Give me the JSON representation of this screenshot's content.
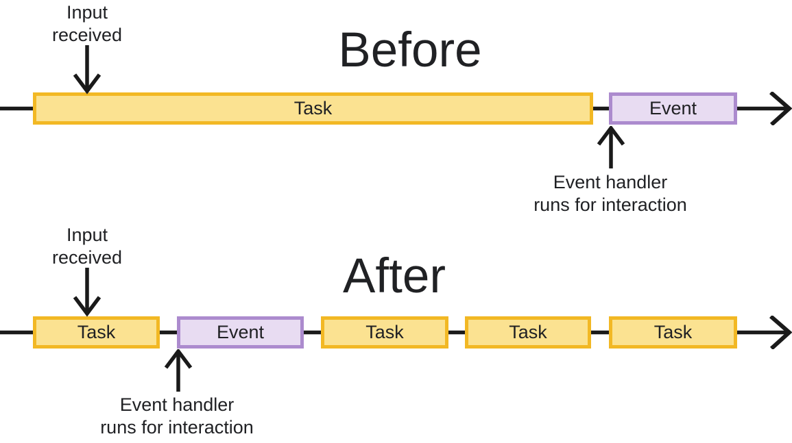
{
  "colors": {
    "background": "#ffffff",
    "ink": "#202124",
    "line": "#1a1a1a",
    "task_fill": "#FBE291",
    "task_border": "#F2B824",
    "event_fill": "#E8DCF2",
    "event_border": "#AC8BCE"
  },
  "before": {
    "title": "Before",
    "input_label": {
      "line1": "Input",
      "line2": "received"
    },
    "segments": [
      {
        "type": "task",
        "label": "Task"
      },
      {
        "type": "event",
        "label": "Event"
      }
    ],
    "handler_label": {
      "line1": "Event handler",
      "line2": "runs for interaction"
    }
  },
  "after": {
    "title": "After",
    "input_label": {
      "line1": "Input",
      "line2": "received"
    },
    "segments": [
      {
        "type": "task",
        "label": "Task"
      },
      {
        "type": "event",
        "label": "Event"
      },
      {
        "type": "task",
        "label": "Task"
      },
      {
        "type": "task",
        "label": "Task"
      },
      {
        "type": "task",
        "label": "Task"
      }
    ],
    "handler_label": {
      "line1": "Event handler",
      "line2": "runs for interaction"
    }
  }
}
